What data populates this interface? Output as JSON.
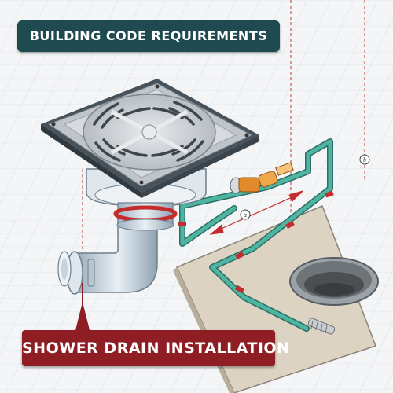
{
  "title": "BUILDING CODE REQUIREMENTS",
  "caption": "SHOWER DRAIN INSTALLATION",
  "callouts": {
    "a": "a",
    "b": "b"
  },
  "icons": [
    "square-shower-drain-icon",
    "round-floor-drain-icon",
    "water-valve-icon",
    "flexible-hose-icon"
  ],
  "colors": {
    "title_bg": "#1f4a4f",
    "caption_bg": "#8e1e23",
    "pipe_green": "#3d9a8a",
    "clamp_red": "#c42c2c",
    "valve_orange": "#e08a2a",
    "steel": "#c9ced3"
  }
}
